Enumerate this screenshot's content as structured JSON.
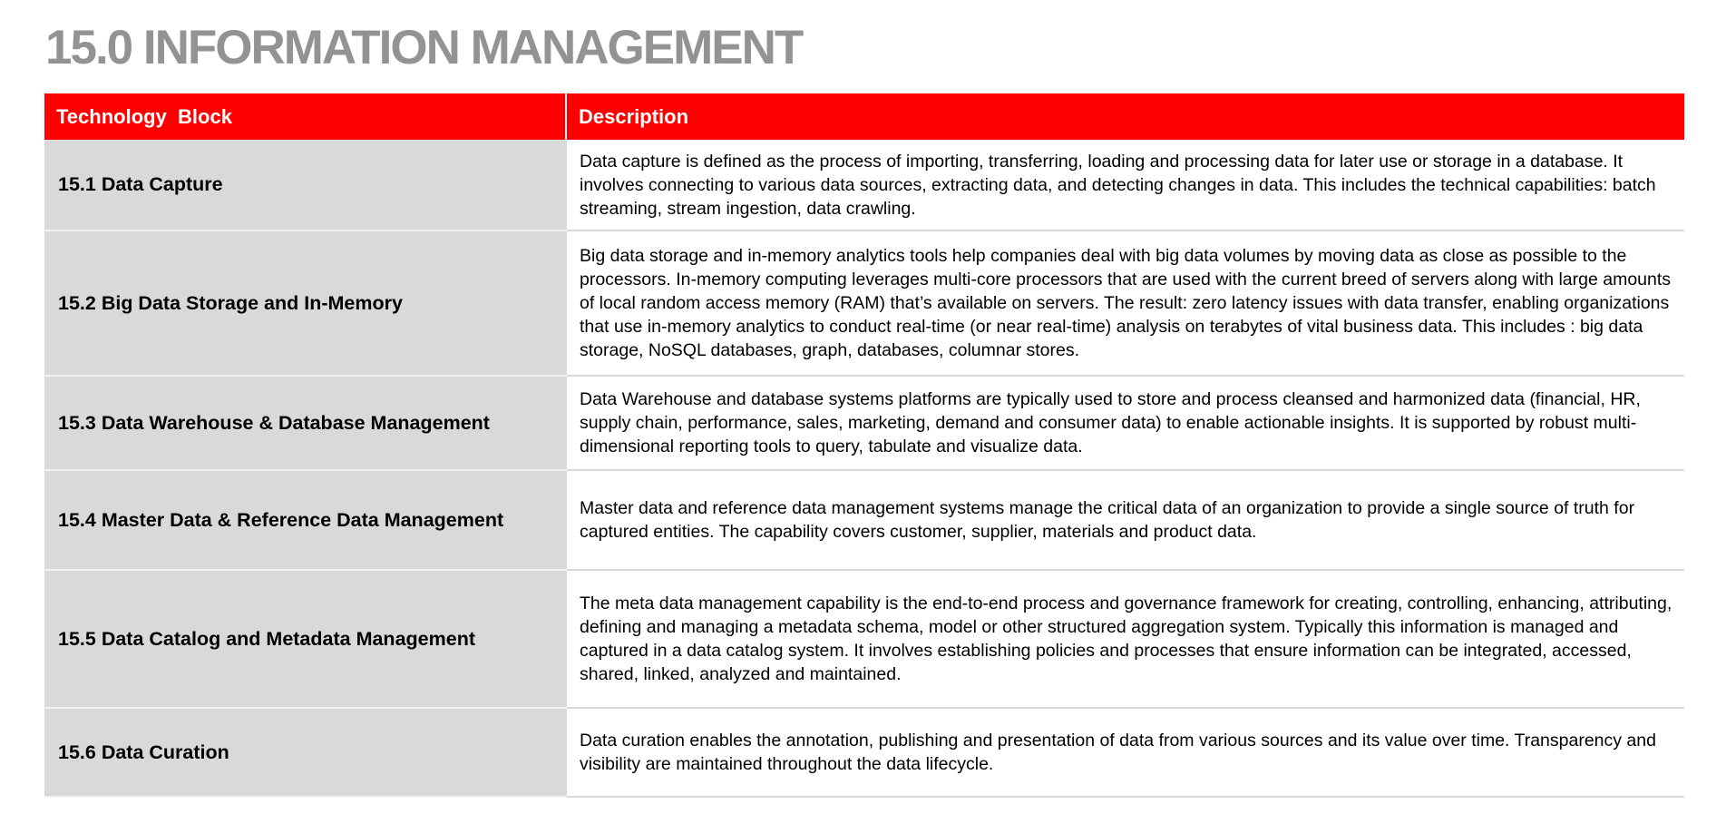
{
  "title": "15.0 INFORMATION MANAGEMENT",
  "table": {
    "headers": {
      "block": "Technology  Block",
      "description": "Description"
    },
    "rows": [
      {
        "block": "15.1 Data Capture",
        "description": "Data capture is defined as the process of importing, transferring, loading and processing data for later use or storage in a database. It involves connecting to various data sources, extracting data, and detecting changes in data. This includes the technical capabilities: batch streaming, stream ingestion, data crawling."
      },
      {
        "block": "15.2 Big Data Storage and In-Memory",
        "description": "Big data storage and in-memory analytics tools help companies deal with big data volumes by moving data as close as possible to the processors. In-memory computing leverages multi-core processors that are used with the current breed of servers along with large amounts of local random access memory (RAM) that’s available on servers. The result: zero latency issues with data transfer, enabling organizations that use in-memory analytics to conduct real-time (or near real-time) analysis on terabytes of vital business data. This includes : big data storage, NoSQL databases, graph, databases, columnar stores."
      },
      {
        "block": "15.3 Data Warehouse & Database Management",
        "description": "Data Warehouse and database systems platforms are typically used to store and process cleansed and harmonized data (financial, HR, supply chain, performance, sales, marketing, demand and consumer data) to enable actionable insights. It is supported by robust multi-dimensional reporting tools to query, tabulate and visualize data."
      },
      {
        "block": "15.4 Master Data & Reference Data Management",
        "description": "Master data and reference data management systems manage the critical data of an organization to provide a single source of truth for captured entities. The capability covers customer, supplier, materials and product data."
      },
      {
        "block": "15.5 Data Catalog and Metadata Management",
        "description": "The meta data management capability is the end-to-end process and governance framework for creating, controlling, enhancing, attributing, defining and managing a metadata schema, model or other structured aggregation system. Typically this information is managed and captured in a data catalog system. It involves establishing policies and processes that ensure information can be integrated, accessed, shared, linked, analyzed and maintained."
      },
      {
        "block": "15.6 Data Curation",
        "description": "Data curation enables the annotation, publishing and presentation of data from various sources and its value over time. Transparency and visibility are maintained throughout the data lifecycle."
      }
    ]
  },
  "colors": {
    "title": "#939393",
    "header_background": "#ff0000",
    "header_text": "#ffffff",
    "block_cell_background": "#d9d9d9",
    "description_cell_background": "#ffffff"
  }
}
